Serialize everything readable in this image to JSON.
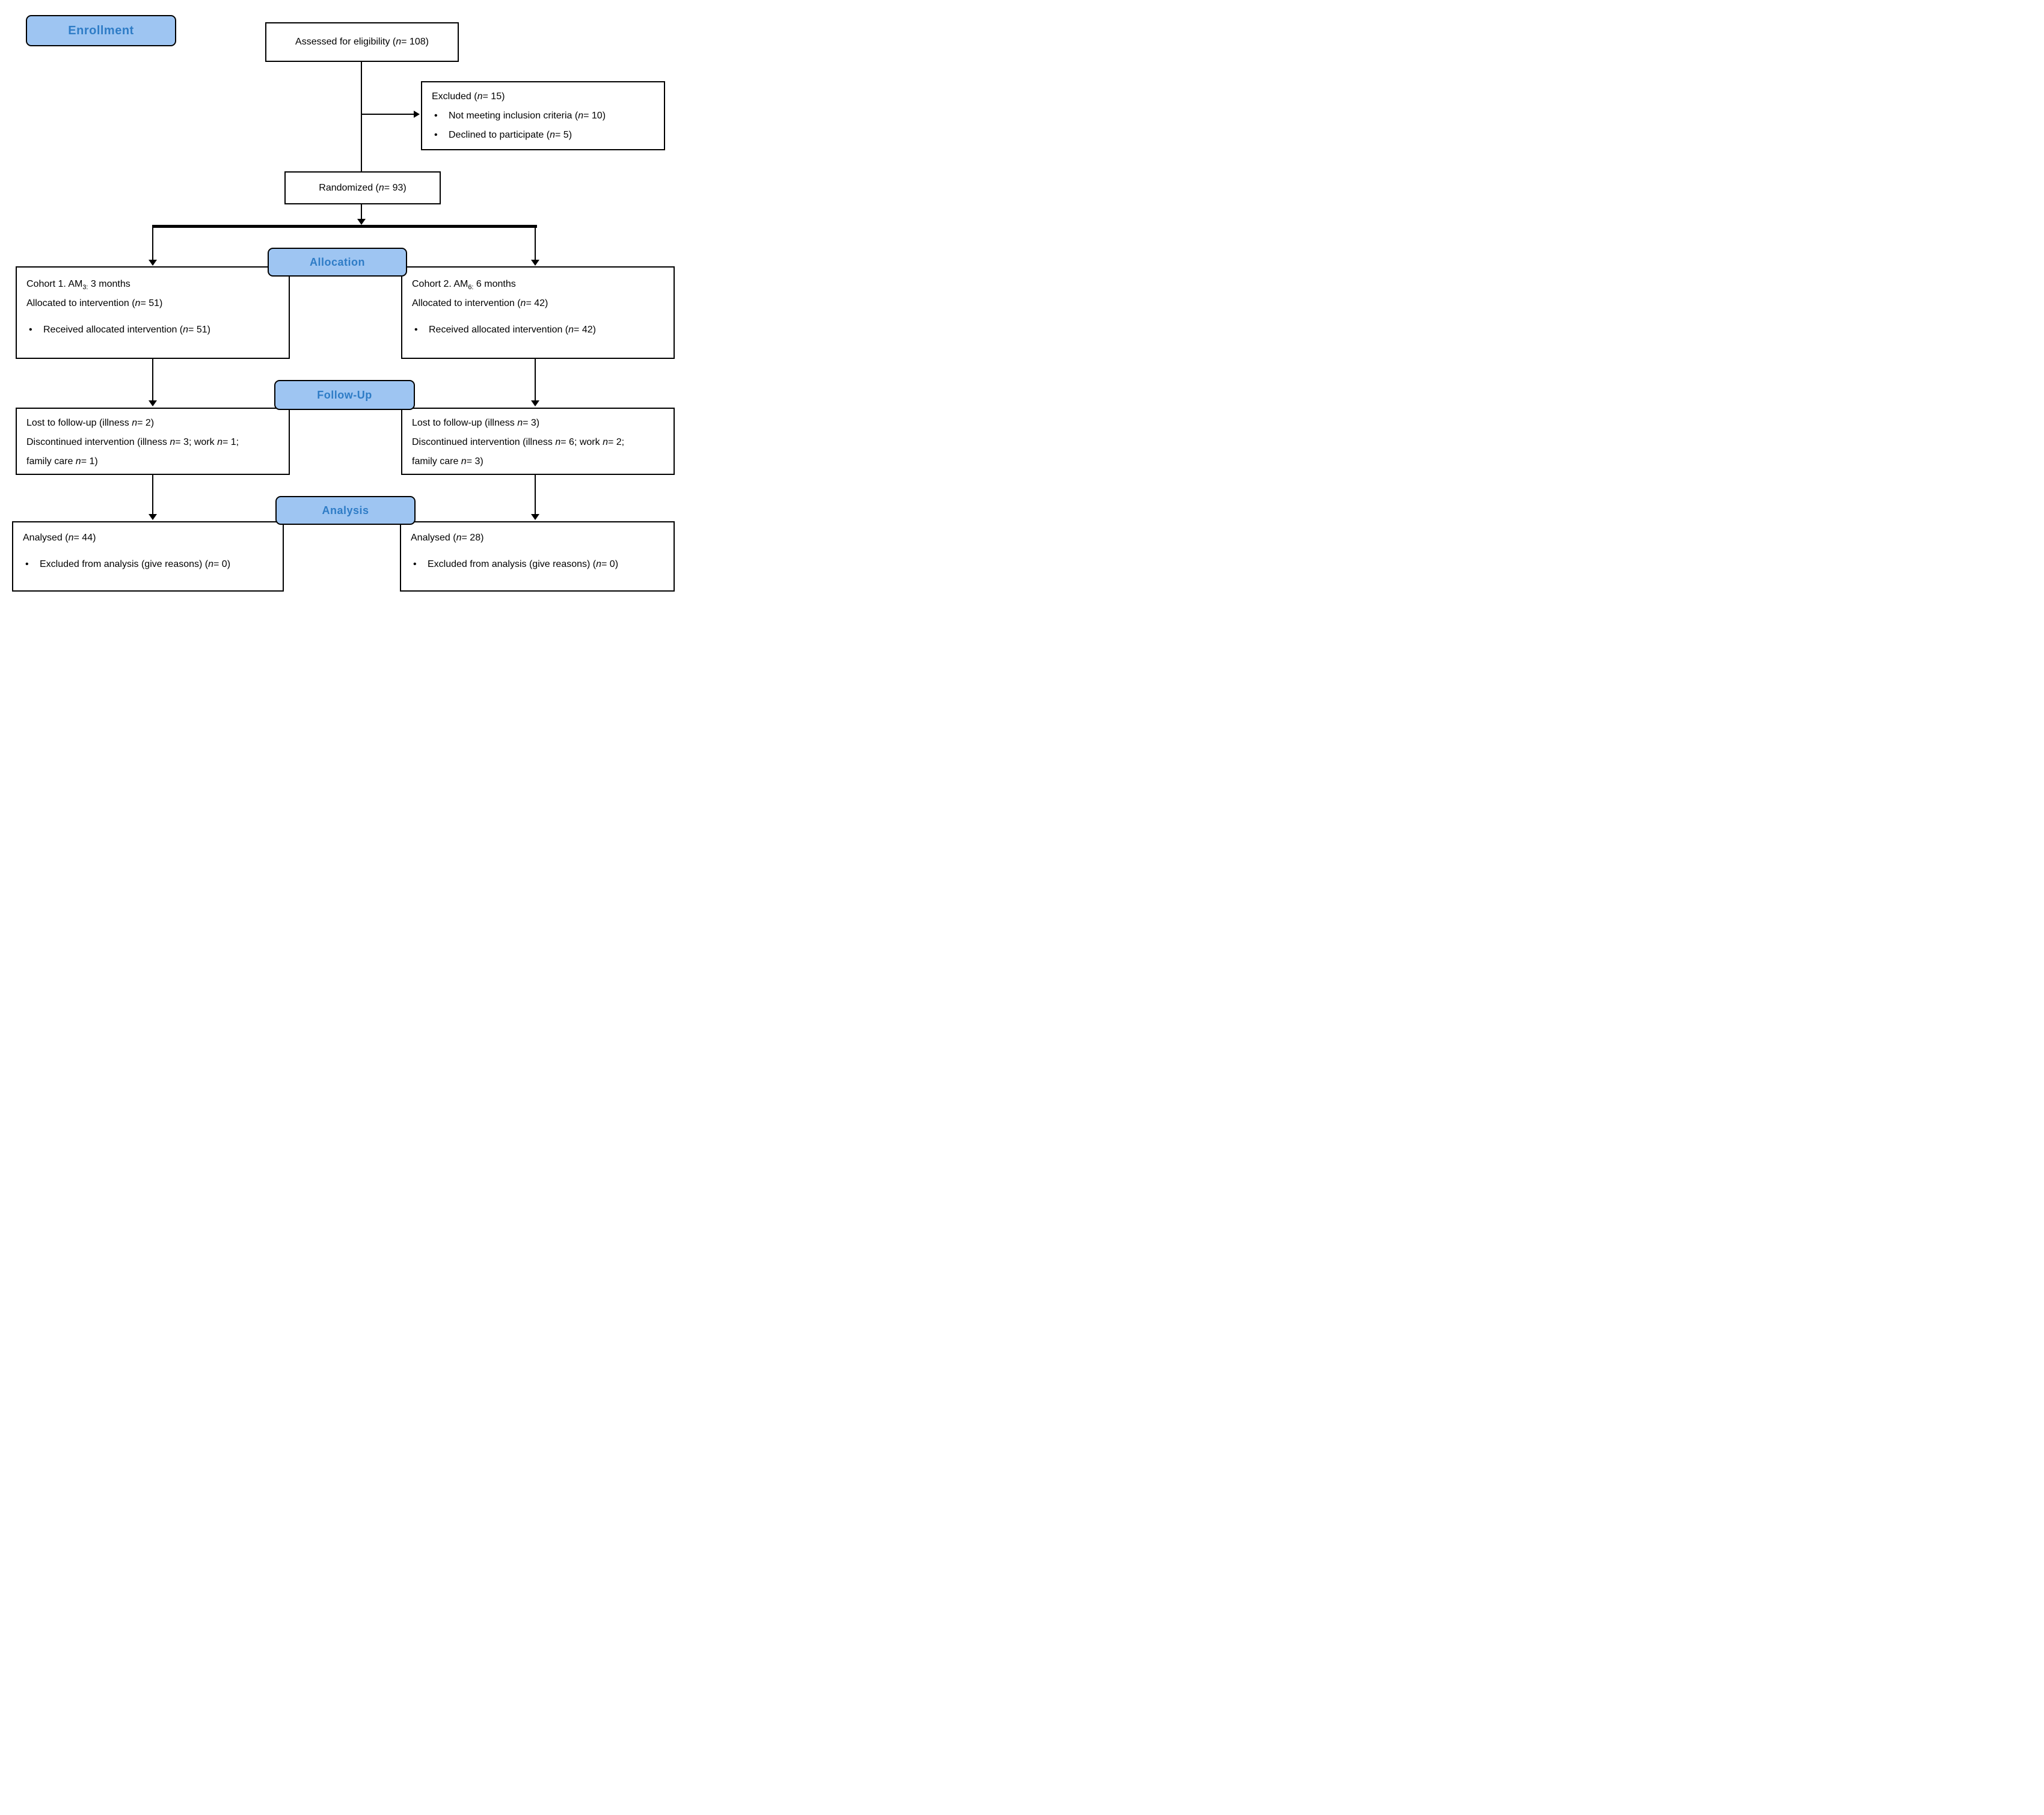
{
  "diagram": {
    "colors": {
      "badge_fill": "#9EC5F2",
      "badge_text": "#2E7CC6",
      "line": "#000000",
      "box_background": "#FFFFFF"
    },
    "bullet_glyph": "•",
    "stage_badges": {
      "enrollment": "Enrollment",
      "allocation": "Allocation",
      "follow_up": "Follow-Up",
      "analysis": "Analysis"
    },
    "enrollment": {
      "assessed": "Assessed for eligibility (_n_= 108)",
      "excluded": {
        "title": "Excluded (_n_= 15)",
        "bullets": [
          "Not meeting inclusion criteria (_n_= 10)",
          "Declined to participate (_n_= 5)"
        ]
      },
      "randomized": "Randomized (_n_= 93)"
    },
    "allocation": {
      "cohort1": {
        "lines": [
          "Cohort 1. AM~3:~ 3 months",
          "Allocated to intervention (_n_= 51)"
        ],
        "bullets": [
          "Received allocated intervention (_n_= 51)"
        ]
      },
      "cohort2": {
        "lines": [
          "Cohort 2. AM~6:~ 6 months",
          "Allocated to intervention (_n_= 42)"
        ],
        "bullets": [
          "Received allocated intervention (_n_= 42)"
        ]
      }
    },
    "follow_up": {
      "left": {
        "lines": [
          "Lost to follow-up (illness _n_= 2)",
          "Discontinued intervention (illness _n_= 3; work _n_= 1; family care _n_= 1)"
        ]
      },
      "right": {
        "lines": [
          "Lost to follow-up (illness _n_= 3)",
          "Discontinued intervention (illness _n_= 6; work _n_= 2; family care _n_= 3)"
        ]
      }
    },
    "analysis": {
      "left": {
        "title": "Analysed (_n_= 44)",
        "bullets": [
          "Excluded from analysis (give reasons) (_n_= 0)"
        ]
      },
      "right": {
        "title": "Analysed (_n_= 28)",
        "bullets": [
          "Excluded from analysis (give reasons) (_n_= 0)"
        ]
      }
    }
  }
}
